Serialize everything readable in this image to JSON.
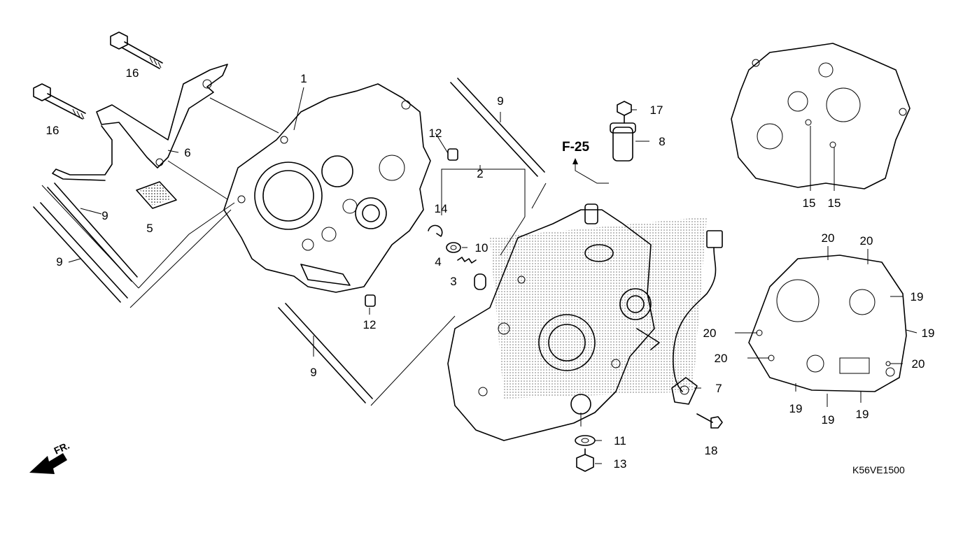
{
  "diagram_code": "K56VE1500",
  "reference_label": "F-25",
  "front_label": "FR.",
  "callouts": [
    {
      "id": "c1",
      "text": "1"
    },
    {
      "id": "c2",
      "text": "2"
    },
    {
      "id": "c3",
      "text": "3"
    },
    {
      "id": "c4",
      "text": "4"
    },
    {
      "id": "c5",
      "text": "5"
    },
    {
      "id": "c6",
      "text": "6"
    },
    {
      "id": "c7",
      "text": "7"
    },
    {
      "id": "c8",
      "text": "8"
    },
    {
      "id": "c9a",
      "text": "9"
    },
    {
      "id": "c9b",
      "text": "9"
    },
    {
      "id": "c9c",
      "text": "9"
    },
    {
      "id": "c9d",
      "text": "9"
    },
    {
      "id": "c10",
      "text": "10"
    },
    {
      "id": "c11",
      "text": "11"
    },
    {
      "id": "c12a",
      "text": "12"
    },
    {
      "id": "c12b",
      "text": "12"
    },
    {
      "id": "c13",
      "text": "13"
    },
    {
      "id": "c14",
      "text": "14"
    },
    {
      "id": "c15a",
      "text": "15"
    },
    {
      "id": "c15b",
      "text": "15"
    },
    {
      "id": "c16a",
      "text": "16"
    },
    {
      "id": "c16b",
      "text": "16"
    },
    {
      "id": "c17",
      "text": "17"
    },
    {
      "id": "c18",
      "text": "18"
    },
    {
      "id": "c19a",
      "text": "19"
    },
    {
      "id": "c19b",
      "text": "19"
    },
    {
      "id": "c19c",
      "text": "19"
    },
    {
      "id": "c19d",
      "text": "19"
    },
    {
      "id": "c19e",
      "text": "19"
    },
    {
      "id": "c20a",
      "text": "20"
    },
    {
      "id": "c20b",
      "text": "20"
    },
    {
      "id": "c20c",
      "text": "20"
    },
    {
      "id": "c20d",
      "text": "20"
    },
    {
      "id": "c20e",
      "text": "20"
    }
  ]
}
